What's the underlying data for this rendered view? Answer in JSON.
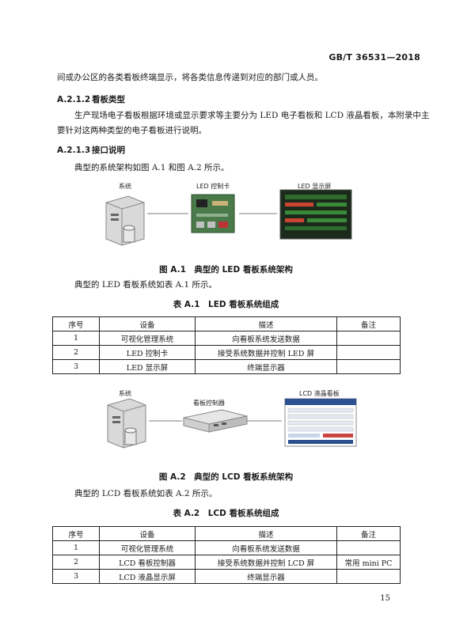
{
  "header": {
    "standard_no": "GB/T 36531—2018"
  },
  "body": {
    "intro_tail": "间或办公区的各类看板终端显示，将各类信息传递到对应的部门或人员。",
    "sec_a212": {
      "num": "A.2.1.2",
      "title": "看板类型"
    },
    "types_p1": "生产现场电子看板根据环境或显示要求等主要分为 LED 电子看板和 LCD 液晶看板，本附录中主",
    "types_p2": "要针对这两种类型的电子看板进行说明。",
    "sec_a213": {
      "num": "A.2.1.3",
      "title": "接口说明"
    },
    "arch_intro": "典型的系统架构如图 A.1 和图 A.2 所示。",
    "led_intro": "典型的 LED 看板系统如表 A.1 所示。",
    "lcd_intro": "典型的 LCD 看板系统如表 A.2 所示。"
  },
  "figure1": {
    "caption": "图 A.1　典型的 LED 看板系统架构",
    "labels": {
      "system": "系统",
      "controller": "LED 控制卡",
      "screen": "LED 显示屏"
    }
  },
  "figure2": {
    "caption": "图 A.2　典型的 LCD 看板系统架构",
    "labels": {
      "system": "系统",
      "controller": "看板控制器",
      "screen": "LCD 液晶看板"
    }
  },
  "table1": {
    "caption": "表 A.1　LED 看板系统组成",
    "headers": [
      "序号",
      "设备",
      "描述",
      "备注"
    ],
    "rows": [
      [
        "1",
        "可视化管理系统",
        "向看板系统发送数据",
        ""
      ],
      [
        "2",
        "LED 控制卡",
        "接受系统数据并控制 LED 屏",
        ""
      ],
      [
        "3",
        "LED 显示屏",
        "终端显示器",
        ""
      ]
    ]
  },
  "table2": {
    "caption": "表 A.2　LCD 看板系统组成",
    "headers": [
      "序号",
      "设备",
      "描述",
      "备注"
    ],
    "rows": [
      [
        "1",
        "可视化管理系统",
        "向看板系统发送数据",
        ""
      ],
      [
        "2",
        "LCD 看板控制器",
        "接受系统数据并控制 LCD 屏",
        "常用 mini PC"
      ],
      [
        "3",
        "LCD 液晶显示屏",
        "终端显示器",
        ""
      ]
    ]
  },
  "footer": {
    "page_number": "15"
  }
}
